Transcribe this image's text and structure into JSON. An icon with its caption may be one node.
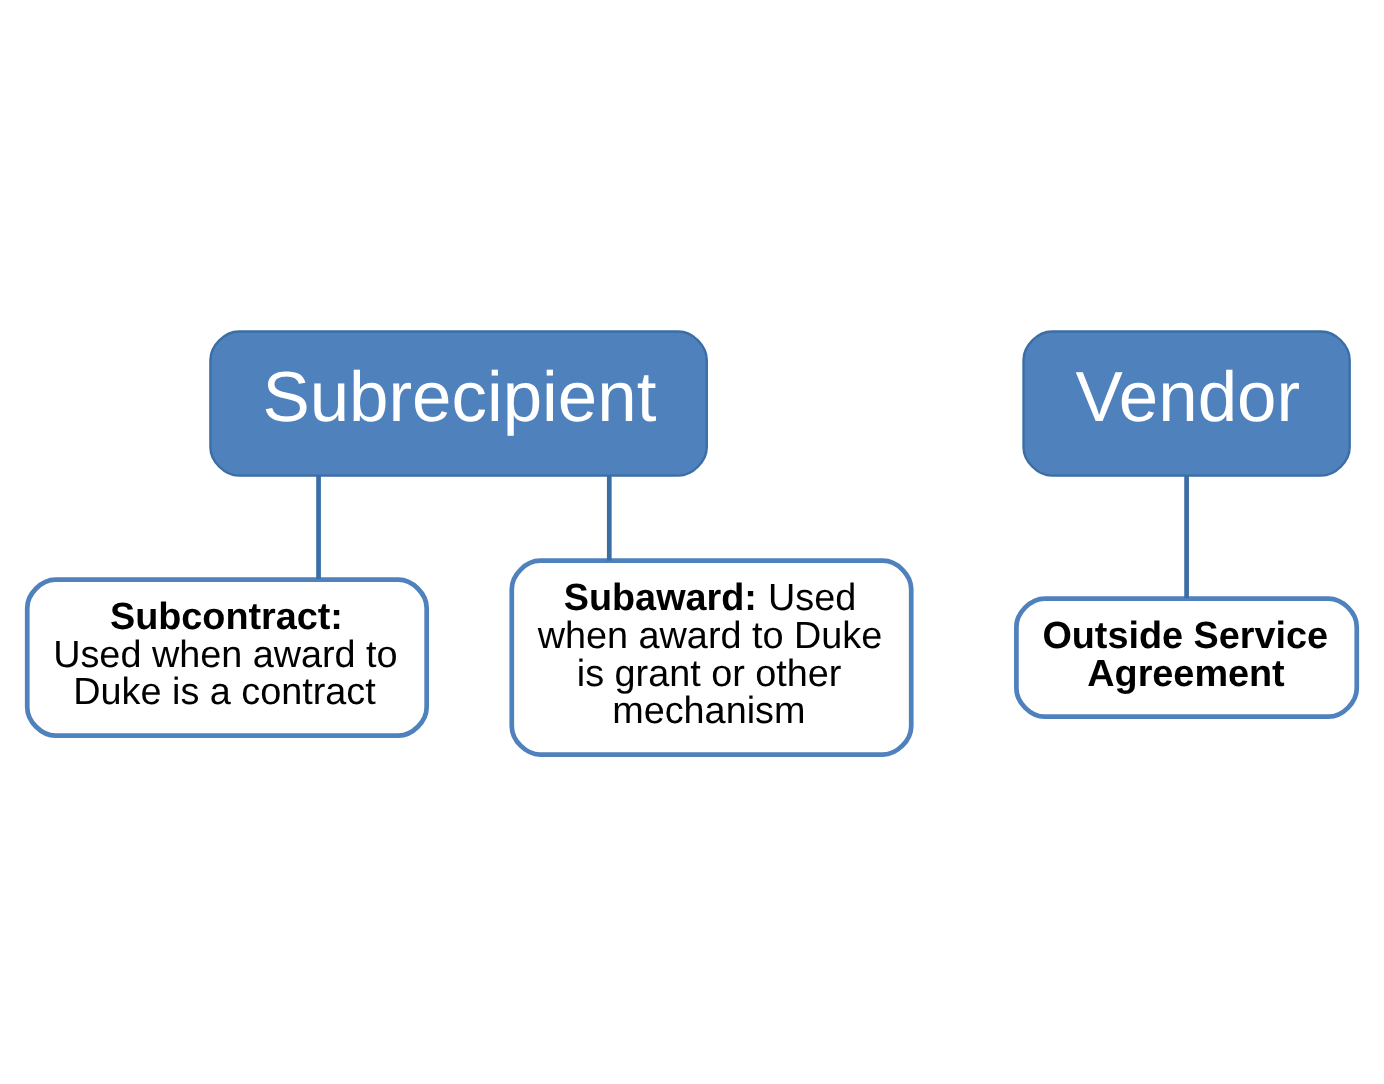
{
  "diagram": {
    "nodes": [
      {
        "text": [
          "Subrecipient"
        ]
      },
      {
        "text": [
          "**Subcontract:** Used when award to Duke is a contract"
        ]
      },
      {
        "text": [
          "**Subaward:** Used when award to Duke is grant or other mechanism"
        ]
      },
      {
        "text": [
          "Vendor"
        ]
      },
      {
        "text": [
          "Outside Service Agreement"
        ]
      }
    ],
    "edges": [
      {
        "from": 0,
        "to": 1,
        "arrow": "none"
      },
      {
        "from": 0,
        "to": 2,
        "arrow": "none"
      },
      {
        "from": 3,
        "to": 4,
        "arrow": "none"
      }
    ]
  }
}
